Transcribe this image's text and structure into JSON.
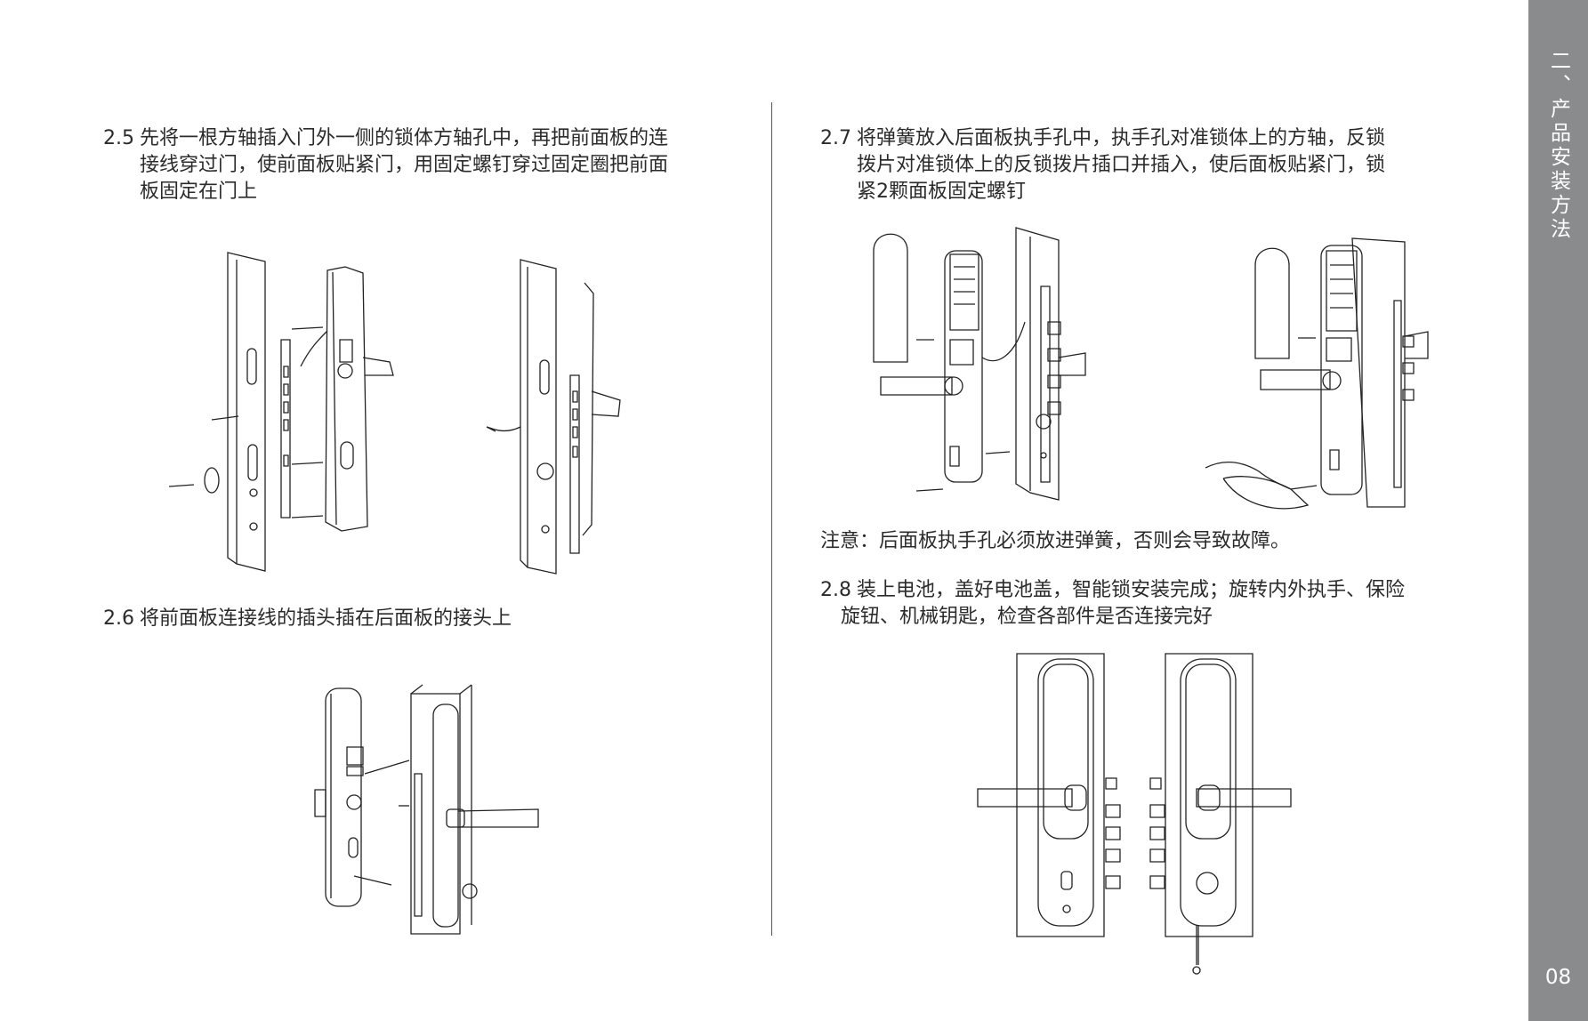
{
  "sidebar": {
    "section_title": "二、产品安装方法",
    "page_number": "08"
  },
  "steps": {
    "s25": {
      "number": "2.5",
      "line1": "先将一根方轴插入门外一侧的锁体方轴孔中，再把前面板的连",
      "line2": "接线穿过门，使前面板贴紧门，用固定螺钉穿过固定圈把前面",
      "line3": "板固定在门上"
    },
    "s26": {
      "number": "2.6",
      "line1": "将前面板连接线的插头插在后面板的接头上"
    },
    "s27": {
      "number": "2.7",
      "line1": "将弹簧放入后面板执手孔中，执手孔对准锁体上的方轴，反锁",
      "line2": "拨片对准锁体上的反锁拨片插口并插入，使后面板贴紧门，锁",
      "line3": "紧2颗面板固定螺钉"
    },
    "note": "注意：后面板执手孔必须放进弹簧，否则会导致故障。",
    "s28": {
      "number": "2.8",
      "line1": "装上电池，盖好电池盖，智能锁安装完成；旋转内外执手、保险",
      "line2": "旋钮、机械钥匙，检查各部件是否连接完好"
    }
  },
  "colors": {
    "sidebar": "#8a8b8d",
    "text": "#2b2b2b",
    "line_art": "#222222"
  }
}
